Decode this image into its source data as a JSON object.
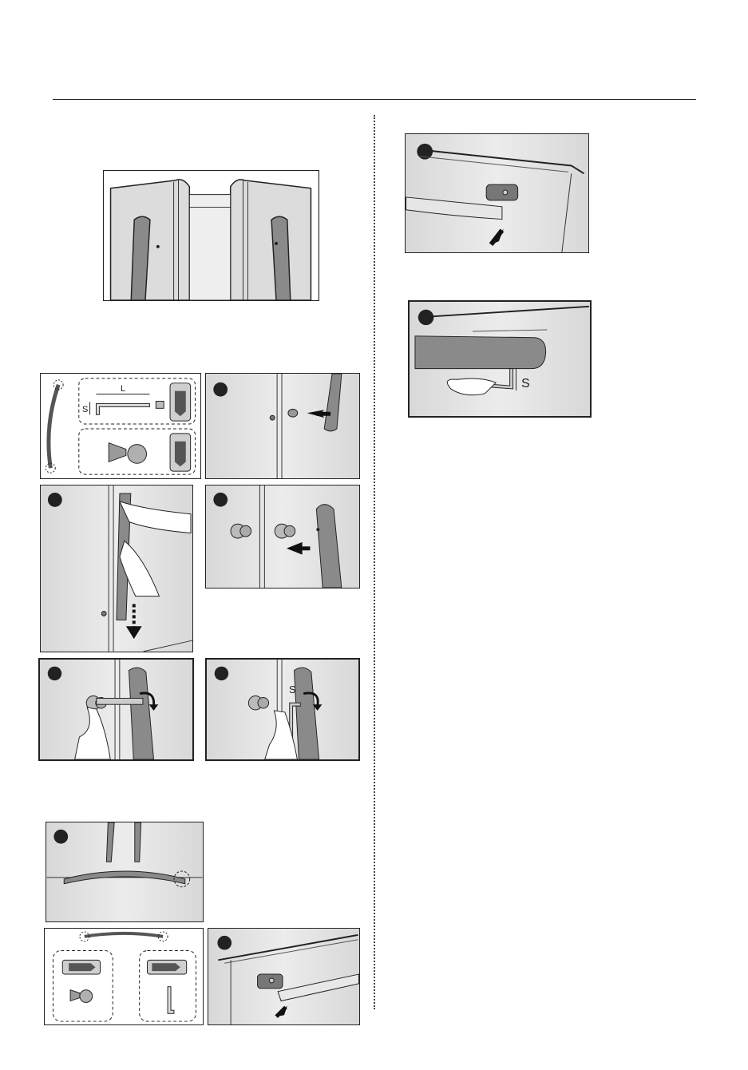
{
  "labels": {
    "wrench_length": "L",
    "wrench_short": "S",
    "gap_short": "S"
  }
}
